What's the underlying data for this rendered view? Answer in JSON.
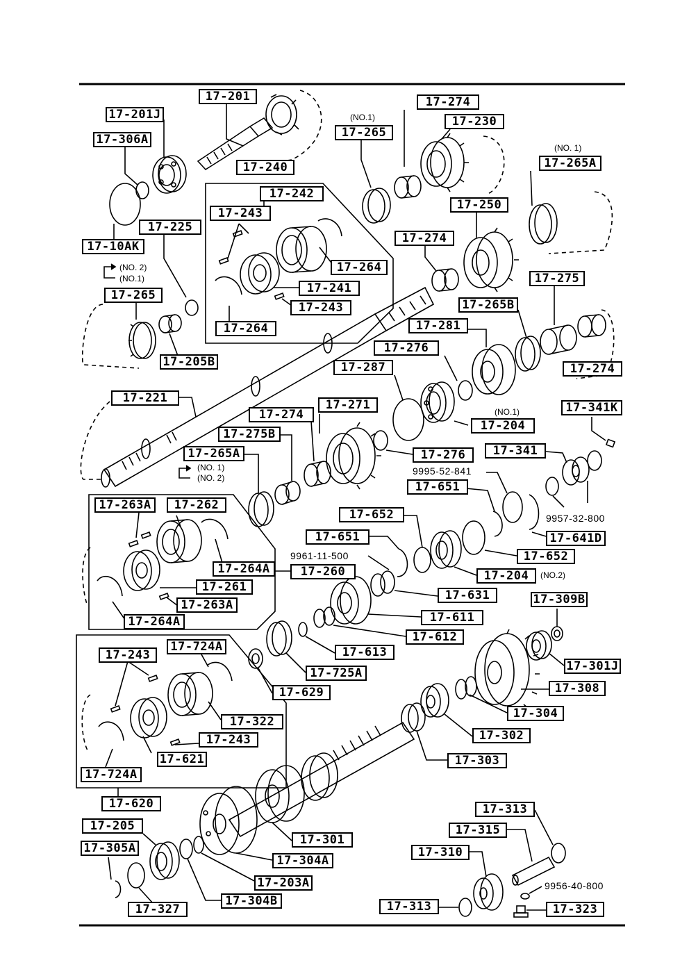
{
  "callouts": {
    "c17_201": "17-201",
    "c17_201J": "17-201J",
    "c17_306A": "17-306A",
    "c17_10AK": "17-10AK",
    "c17_225": "17-225",
    "c17_265_left": "17-265",
    "c17_205B": "17-205B",
    "c17_221": "17-221",
    "c17_240": "17-240",
    "c17_242": "17-242",
    "c17_243_a": "17-243",
    "c17_241": "17-241",
    "c17_243_b": "17-243",
    "c17_264_a": "17-264",
    "c17_264_b": "17-264",
    "c17_265_top": "17-265",
    "c17_274_top": "17-274",
    "c17_230": "17-230",
    "c17_265A_top": "17-265A",
    "c17_250": "17-250",
    "c17_274_mid": "17-274",
    "c17_275": "17-275",
    "c17_265B": "17-265B",
    "c17_281": "17-281",
    "c17_276_a": "17-276",
    "c17_287": "17-287",
    "c17_274_right": "17-274",
    "c17_204_a": "17-204",
    "c17_341K": "17-341K",
    "c17_274_low": "17-274",
    "c17_271": "17-271",
    "c17_275B": "17-275B",
    "c17_265A_mid": "17-265A",
    "c17_276_b": "17-276",
    "c17_341": "17-341",
    "c17_651_a": "17-651",
    "c17_641D": "17-641D",
    "c17_652_a": "17-652",
    "c17_651_b": "17-651",
    "c17_652_b": "17-652",
    "c17_204_b": "17-204",
    "c17_263A": "17-263A",
    "c17_262": "17-262",
    "c17_264A_a": "17-264A",
    "c17_260": "17-260",
    "c17_261": "17-261",
    "c17_263A_b": "17-263A",
    "c17_264A_b": "17-264A",
    "c17_631": "17-631",
    "c17_611": "17-611",
    "c17_612": "17-612",
    "c17_613": "17-613",
    "c17_725A": "17-725A",
    "c17_629": "17-629",
    "c17_309B": "17-309B",
    "c17_301J": "17-301J",
    "c17_308": "17-308",
    "c17_304": "17-304",
    "c17_302": "17-302",
    "c17_303": "17-303",
    "c17_243_c": "17-243",
    "c17_724A_a": "17-724A",
    "c17_322": "17-322",
    "c17_243_d": "17-243",
    "c17_621": "17-621",
    "c17_724A_b": "17-724A",
    "c17_620": "17-620",
    "c17_205": "17-205",
    "c17_305A": "17-305A",
    "c17_327": "17-327",
    "c17_301": "17-301",
    "c17_304A": "17-304A",
    "c17_203A": "17-203A",
    "c17_304B": "17-304B",
    "c17_313_a": "17-313",
    "c17_315": "17-315",
    "c17_310": "17-310",
    "c17_313_b": "17-313",
    "c17_323": "17-323"
  },
  "notes": {
    "no1_a": "(NO.1)",
    "no1_b": "(NO. 1)",
    "no2_left": "(NO. 2)",
    "no1_left": "(NO.1)",
    "no1_c": "(NO.1)",
    "no1_mid": "(NO. 1)",
    "no2_mid": "(NO. 2)",
    "no2_right": "(NO.2)"
  },
  "part_numbers": {
    "p_9995": "9995-52-841",
    "p_9957": "9957-32-800",
    "p_9961": "9961-11-500",
    "p_9956": "9956-40-800"
  }
}
